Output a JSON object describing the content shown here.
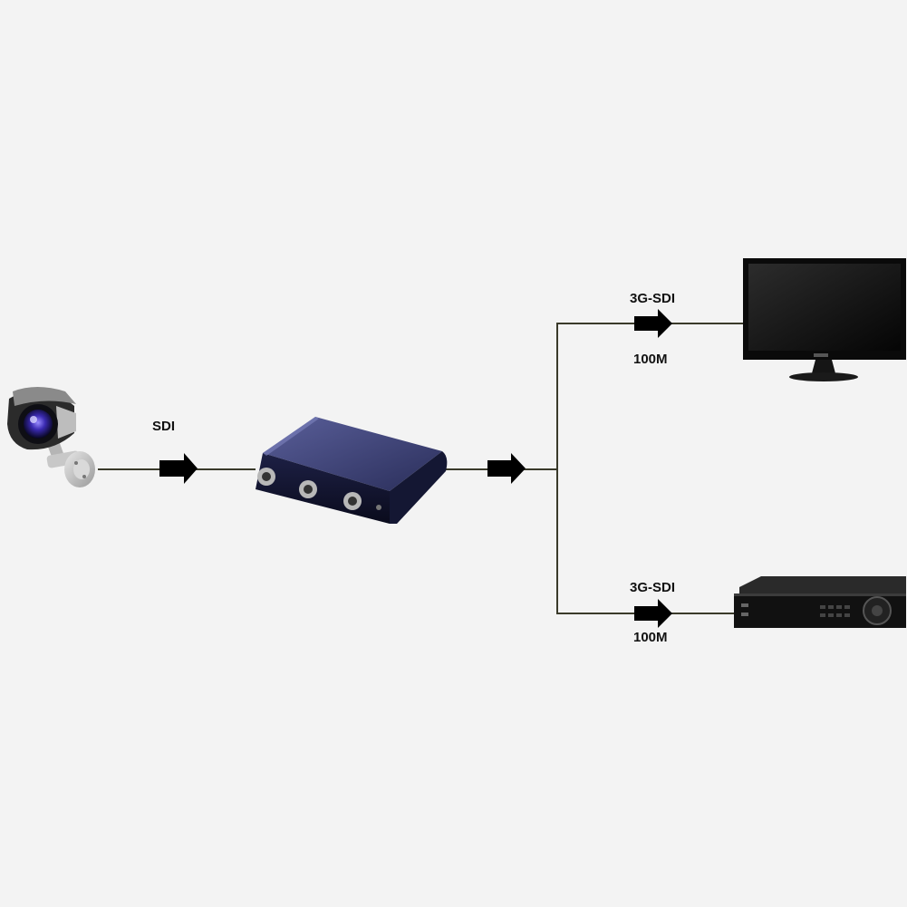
{
  "diagram": {
    "labels": {
      "sdi": "SDI",
      "top_signal": "3G-SDI",
      "top_distance": "100M",
      "bottom_signal": "3G-SDI",
      "bottom_distance": "100M"
    },
    "devices": {
      "camera": "camera-icon",
      "splitter": "sdi-splitter-device",
      "monitor": "monitor-icon",
      "recorder": "dvr-recorder-icon"
    },
    "colors": {
      "background": "#f3f3f3",
      "line": "#3a3a2a",
      "arrow": "#000000",
      "splitter_body": "#2c3160",
      "device_dark": "#111111"
    }
  }
}
